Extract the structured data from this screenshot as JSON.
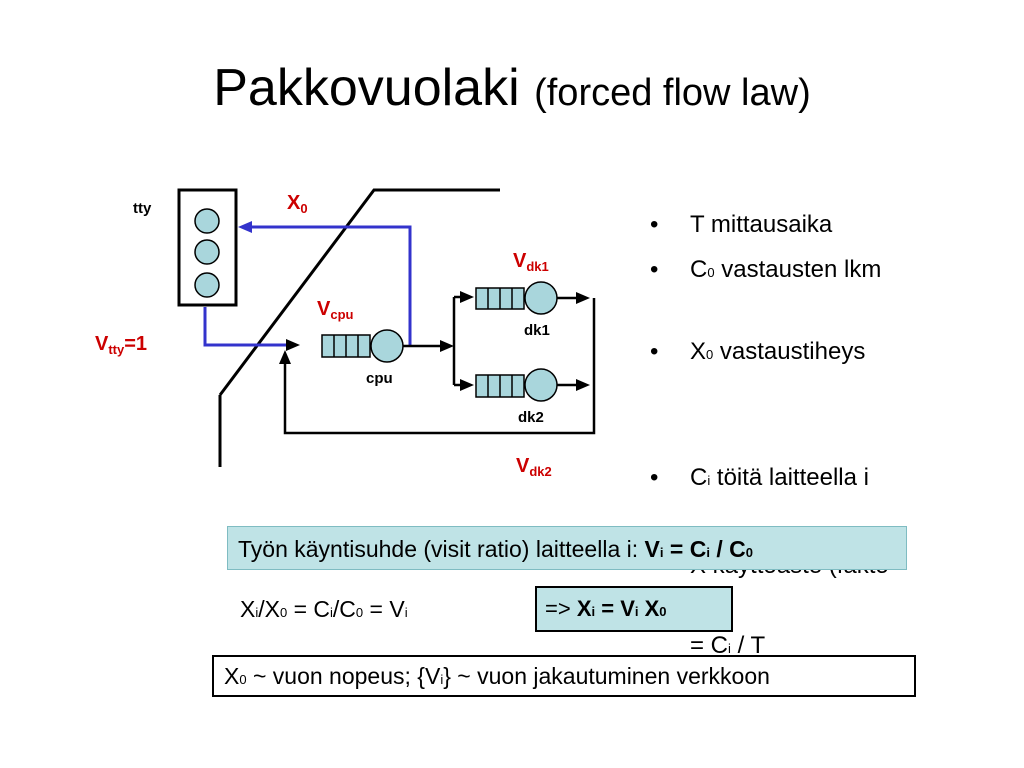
{
  "title": {
    "main": "Pakkovuolaki",
    "paren": "(forced flow law)"
  },
  "labels": {
    "tty": "tty",
    "cpu": "cpu",
    "dk1": "dk1",
    "dk2": "dk2",
    "x0": {
      "base": "X",
      "sub": "0"
    },
    "vdk1": {
      "base": "V",
      "sub": "dk1"
    },
    "vcpu": {
      "base": "V",
      "sub": "cpu"
    },
    "vtty": {
      "base": "V",
      "sub": "tty",
      "suffix": "=1"
    },
    "vdk2": {
      "base": "V",
      "sub": "dk2"
    }
  },
  "bullets": [
    {
      "dot": "•",
      "a": "T   mittausaika"
    },
    {
      "dot": "•",
      "a": "C",
      "sub": "0",
      "b": "  vastausten lkm"
    },
    {
      "dot": "•",
      "a": "X",
      "sub": "0",
      "b": " vastaustiheys"
    },
    {
      "dot": "•",
      "a": "C",
      "sub": "i",
      "b": "  töitä laitteella i"
    }
  ],
  "hidden_fragments": {
    "line1": "X",
    "line1_rest": "  käyttöaste  (fakto",
    "line2": "=  C",
    "line2_sub": "i",
    "line2_rest": " / T"
  },
  "visit_box": {
    "text": "Työn käyntisuhde (visit ratio) laitteella i:   ",
    "v": "V",
    "v_sub": "i",
    "eq": " = C",
    "c_sub": "i",
    "slash": " / C",
    "c0_sub": "0"
  },
  "equation": {
    "x": "X",
    "x_sub": "i",
    "a": "/X",
    "a_sub": "0",
    "b": " = C",
    "b_sub": "i",
    "c": "/C",
    "c_sub": "0",
    "d": " = V",
    "d_sub": "i"
  },
  "result_box": {
    "arrow": "=>  ",
    "x": "X",
    "x_sub": "i",
    "eq": " = V",
    "v_sub": "i",
    "sp": " X",
    "x0_sub": "0"
  },
  "note_box": {
    "x": "X",
    "x_sub": "0",
    "a": " ~ vuon nopeus;  {V",
    "v_sub": "i",
    "b": "} ~ vuon jakautuminen verkkoon"
  },
  "colors": {
    "flow_line": "#3333cc",
    "label_red": "#cc0000",
    "node_fill": "#a9d6dc",
    "box_fill": "#bfe3e6"
  }
}
